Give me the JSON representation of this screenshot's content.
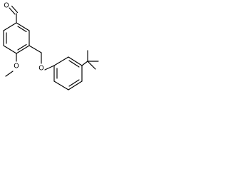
{
  "molecule": {
    "atoms": {
      "aldehyde_oxygen": "O",
      "methoxy_oxygen": "O",
      "ether_oxygen": "O"
    },
    "colors": {
      "bond": "#000000",
      "label": "#000000",
      "background": "#ffffff"
    }
  }
}
